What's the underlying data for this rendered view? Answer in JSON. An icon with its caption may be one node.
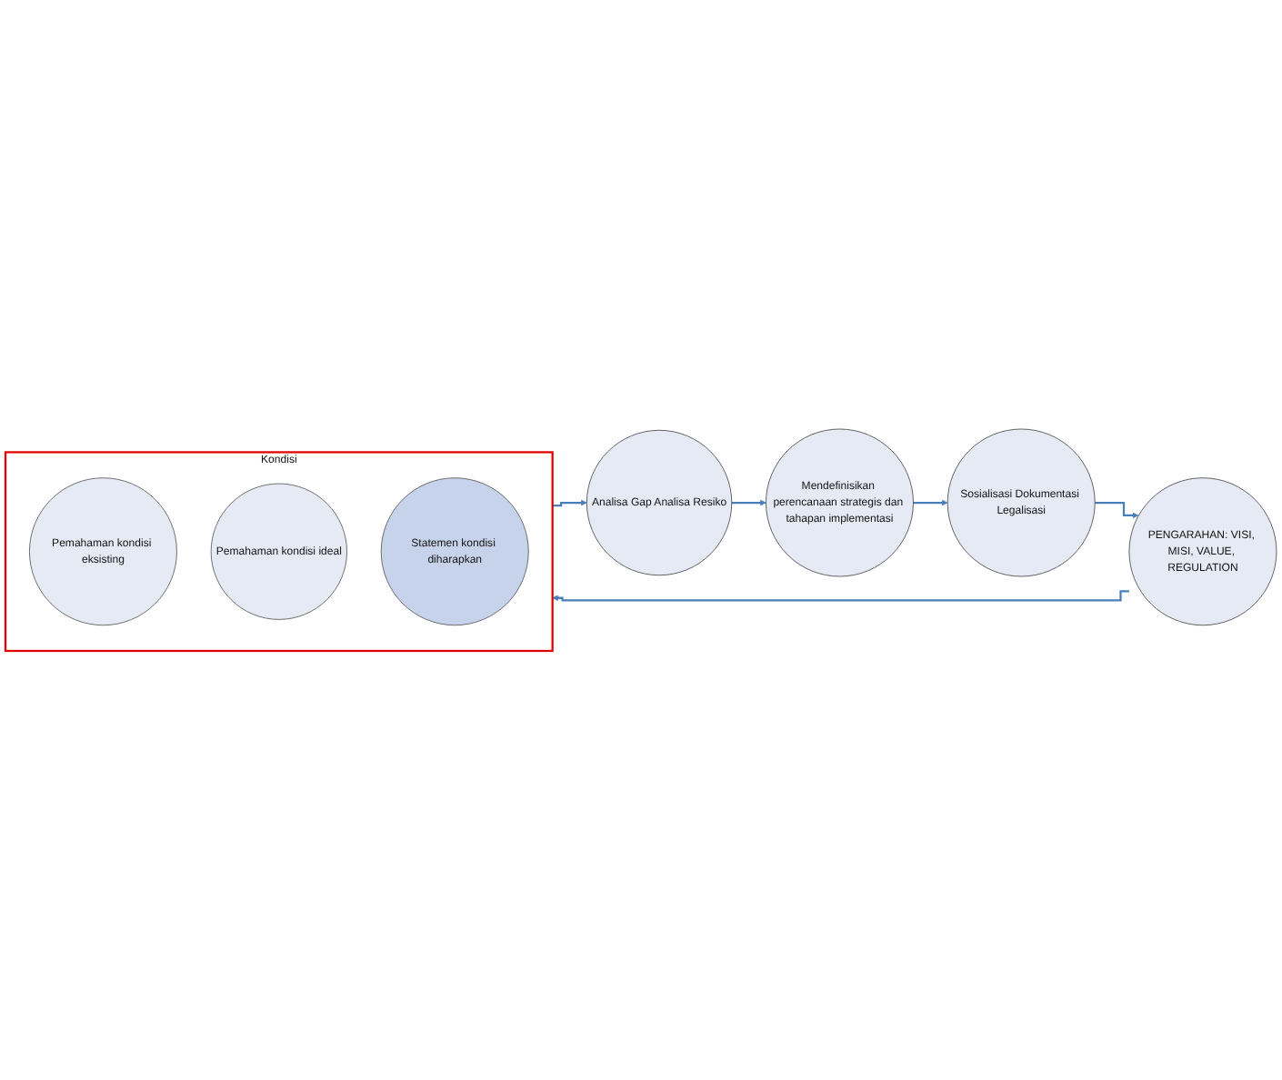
{
  "diagram": {
    "nodes": [
      {
        "text": [
          "PENGARAHAN: VISI, MISI, VALUE, REGULATION"
        ]
      },
      {
        "text": [
          "Kondisi"
        ]
      },
      {
        "text": [
          "Pemahaman kondisi eksisting"
        ],
        "in": 1
      },
      {
        "text": [
          "Pemahaman kondisi ideal"
        ],
        "in": 1
      },
      {
        "text": [
          "Statemen kondisi diharapkan"
        ],
        "in": 1
      },
      {
        "text": [
          "Analisa Gap Analisa Resiko"
        ]
      },
      {
        "text": [
          "Mendefinisikan perencanaan strategis dan tahapan implementasi"
        ]
      },
      {
        "text": [
          "Sosialisasi Dokumentasi Legalisasi"
        ]
      }
    ],
    "edges": [
      {
        "from": 0,
        "to": 1,
        "arrow": "to"
      },
      {
        "from": 1,
        "to": 5,
        "arrow": "to"
      },
      {
        "from": 5,
        "to": 6,
        "arrow": "to"
      },
      {
        "from": 6,
        "to": 7,
        "arrow": "to"
      },
      {
        "from": 7,
        "to": 0,
        "arrow": "to"
      }
    ]
  }
}
